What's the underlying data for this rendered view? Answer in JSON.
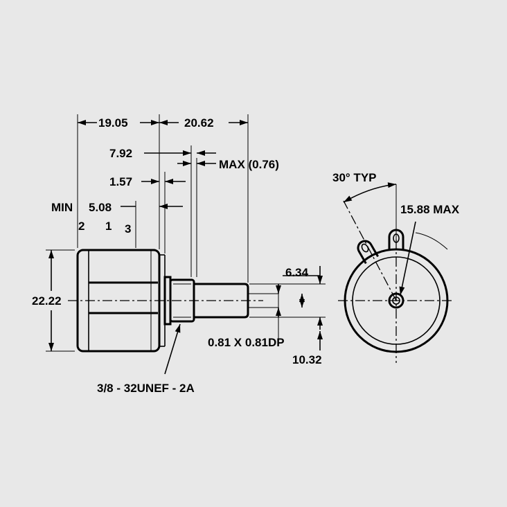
{
  "colors": {
    "background": "#e8e8e8",
    "ink": "#000000"
  },
  "side_view": {
    "dim_overall_rear": "19.05",
    "dim_shaft_length": "20.62",
    "dim_bushing": "7.92",
    "dim_max_label": "MAX (0.76)",
    "dim_flange": "1.57",
    "dim_min_label": "MIN",
    "dim_terminal_spacing": "5.08",
    "terminal_2": "2",
    "terminal_1": "1",
    "terminal_3": "3",
    "dim_body_diameter": "22.22",
    "dim_shaft_diameter": "6.34",
    "dim_slot": "0.81 X 0.81DP",
    "dim_bushing_height": "10.32",
    "thread_spec": "3/8 - 32UNEF - 2A"
  },
  "front_view": {
    "angle_label": "30° TYP",
    "max_diameter": "15.88 MAX"
  }
}
